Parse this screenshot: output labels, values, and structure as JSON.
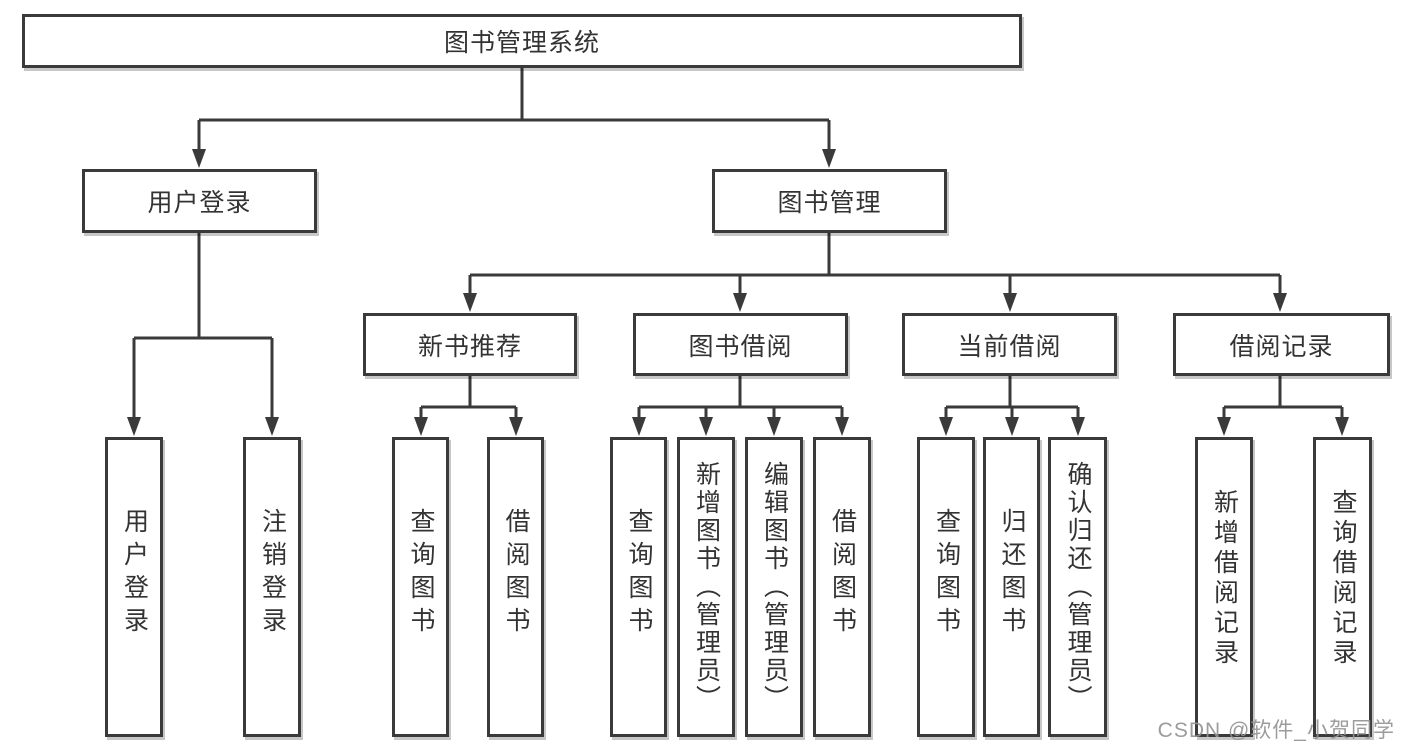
{
  "diagram_title": "图书管理系统",
  "tree": {
    "label": "图书管理系统",
    "children": [
      {
        "label": "用户登录",
        "children": [
          {
            "label": "用户登录"
          },
          {
            "label": "注销登录"
          }
        ]
      },
      {
        "label": "图书管理",
        "children": [
          {
            "label": "新书推荐",
            "children": [
              {
                "label": "查询图书"
              },
              {
                "label": "借阅图书"
              }
            ]
          },
          {
            "label": "图书借阅",
            "children": [
              {
                "label": "查询图书"
              },
              {
                "label": "新增图书（管理员）"
              },
              {
                "label": "编辑图书（管理员）"
              },
              {
                "label": "借阅图书"
              }
            ]
          },
          {
            "label": "当前借阅",
            "children": [
              {
                "label": "查询图书"
              },
              {
                "label": "归还图书"
              },
              {
                "label": "确认归还（管理员）"
              }
            ]
          },
          {
            "label": "借阅记录",
            "children": [
              {
                "label": "新增借阅记录"
              },
              {
                "label": "查询借阅记录"
              }
            ]
          }
        ]
      }
    ]
  },
  "watermark": "CSDN @软件_小贺同学"
}
